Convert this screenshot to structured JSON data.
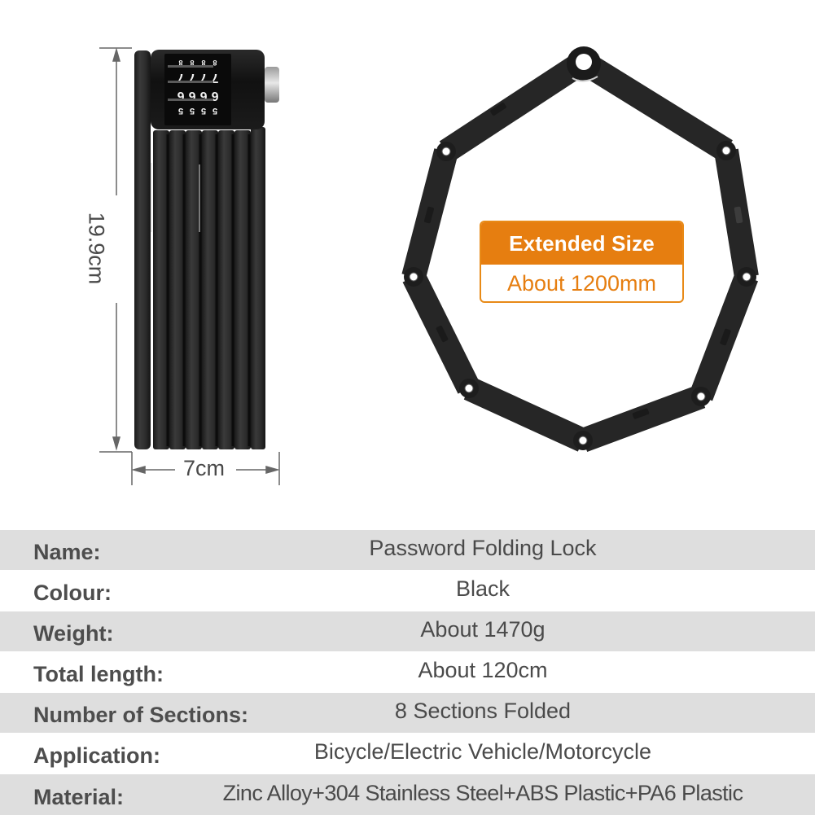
{
  "folded_view": {
    "height_label": "19.9cm",
    "width_label": "7cm",
    "dial_digits": {
      "rows": [
        "8",
        "7",
        "6",
        "5"
      ],
      "orientation": "upside-down"
    }
  },
  "extended_view": {
    "badge_title": "Extended Size",
    "badge_value": "About 1200mm"
  },
  "colors": {
    "accent_orange": "#e67e10",
    "row_gray": "#dedede",
    "text_gray": "#4a4a4a",
    "lock_black": "#2a2a2a"
  },
  "specs": [
    {
      "label": "Name:",
      "value": "Password Folding Lock",
      "shade": "gray"
    },
    {
      "label": "Colour:",
      "value": "Black",
      "shade": "white"
    },
    {
      "label": "Weight:",
      "value": "About 1470g",
      "shade": "gray"
    },
    {
      "label": "Total length:",
      "value": "About 120cm",
      "shade": "white"
    },
    {
      "label": "Number of Sections:",
      "value": "8 Sections Folded",
      "shade": "gray"
    },
    {
      "label": "Application:",
      "value": "Bicycle/Electric Vehicle/Motorcycle",
      "shade": "white"
    },
    {
      "label": "Material:",
      "value": "Zinc Alloy+304 Stainless Steel+ABS Plastic+PA6 Plastic",
      "shade": "gray"
    }
  ]
}
